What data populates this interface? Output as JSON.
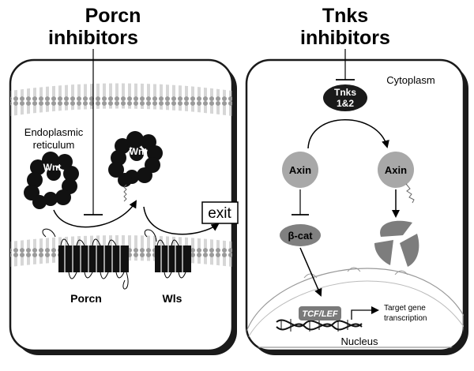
{
  "titles": {
    "porcn": {
      "line1": "Porcn",
      "line2": "inhibitors"
    },
    "tnks": {
      "line1": "Tnks",
      "line2": "inhibitors"
    }
  },
  "left_panel": {
    "er_label": {
      "line1": "Endoplasmic",
      "line2": "reticulum"
    },
    "wnt_label": "Wnt",
    "exit_label": "exit",
    "porcn_label": "Porcn",
    "wls_label": "Wls"
  },
  "right_panel": {
    "cytoplasm_label": "Cytoplasm",
    "tnks_label": {
      "line1": "Tnks",
      "line2": "1&2"
    },
    "axin_label": "Axin",
    "bcat_label": "β-cat",
    "tcf_label": "TCF/LEF",
    "target_label": {
      "line1": "Target gene",
      "line2": "transcription"
    },
    "nucleus_label": "Nucleus"
  },
  "colors": {
    "membrane_head": "#9a9a9a",
    "axin_fill": "#a8a8a8",
    "bcat_fill": "#808080",
    "degraded_fill": "#7d7d7d",
    "dark": "#1a1a1a"
  }
}
